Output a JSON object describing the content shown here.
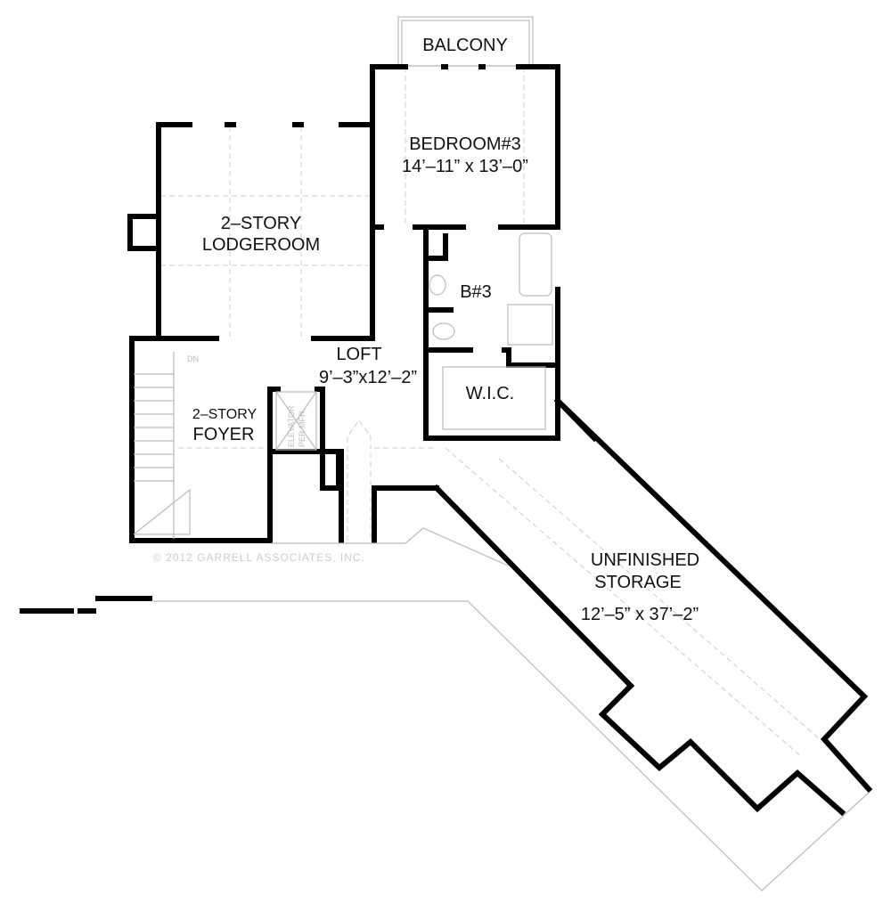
{
  "rooms": {
    "balcony": "BALCONY",
    "bedroom3_name": "BEDROOM#3",
    "bedroom3_size": "14’–11” x 13’–0”",
    "lodgeroom_line1": "2–STORY",
    "lodgeroom_line2": "LODGEROOM",
    "bath3": "B#3",
    "loft_name": "LOFT",
    "loft_size": "9’–3”x12’–2”",
    "wic": "W.I.C.",
    "foyer_line1": "2–STORY",
    "foyer_line2": "FOYER",
    "elevator_line1": "ELEVATOR",
    "elevator_line2": "PER MFR.",
    "stairs": "DN",
    "storage_line1": "UNFINISHED",
    "storage_line2": "STORAGE",
    "storage_size": "12’–5” x 37’–2”"
  },
  "copyright": "© 2012 GARRELL ASSOCIATES, INC."
}
